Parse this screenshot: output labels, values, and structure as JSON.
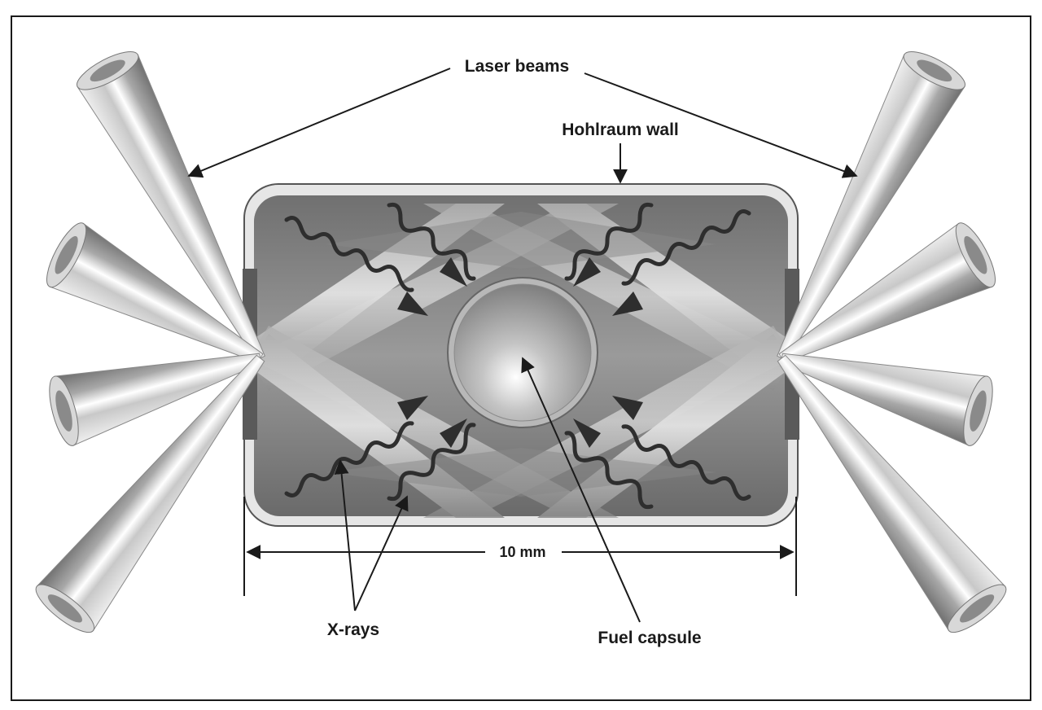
{
  "labels": {
    "laser_beams": "Laser beams",
    "hohlraum_wall": "Hohlraum wall",
    "dimension": "10 mm",
    "xrays": "X-rays",
    "fuel_capsule": "Fuel capsule"
  },
  "colors": {
    "frame": "#1a1a1a",
    "beam_light": "#f2f2f2",
    "beam_mid": "#b8b8b8",
    "beam_dark": "#6e6e6e",
    "hohlraum_outer": "#dcdcdc",
    "hohlraum_inner": "#7a7a7a",
    "capsule_light": "#f4f4f4",
    "capsule_dark": "#8a8a8a",
    "xray_arrow": "#3a3a3a"
  }
}
